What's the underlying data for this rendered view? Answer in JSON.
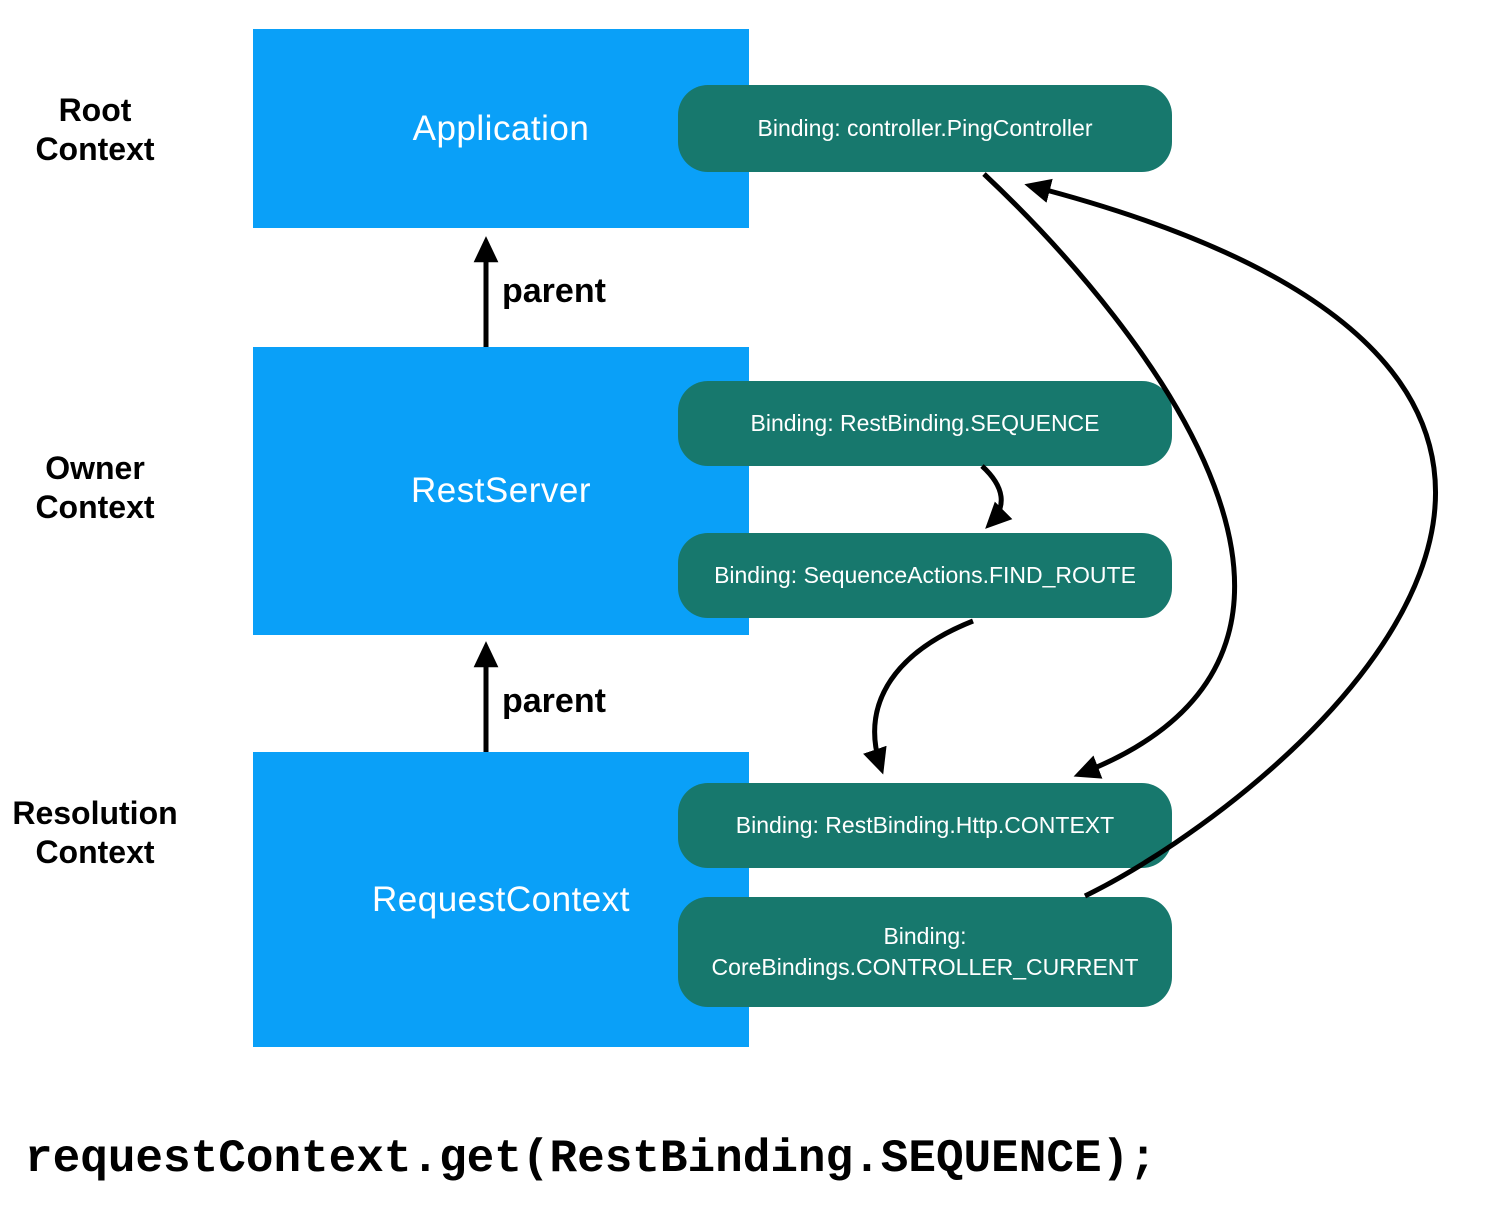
{
  "diagram": {
    "context_labels": [
      {
        "id": "root",
        "label": "Root\nContext"
      },
      {
        "id": "owner",
        "label": "Owner\nContext"
      },
      {
        "id": "resolution",
        "label": "Resolution\nContext"
      }
    ],
    "context_boxes": [
      {
        "id": "application",
        "label": "Application"
      },
      {
        "id": "restserver",
        "label": "RestServer"
      },
      {
        "id": "requestcontext",
        "label": "RequestContext"
      }
    ],
    "parent_edges": [
      {
        "label": "parent"
      },
      {
        "label": "parent"
      }
    ],
    "bindings": [
      {
        "id": "ping-controller",
        "label": "Binding: controller.PingController"
      },
      {
        "id": "rest-sequence",
        "label": "Binding: RestBinding.SEQUENCE"
      },
      {
        "id": "find-route",
        "label": "Binding: SequenceActions.FIND_ROUTE"
      },
      {
        "id": "http-context",
        "label": "Binding: RestBinding.Http.CONTEXT"
      },
      {
        "id": "controller-current",
        "label": "Binding:\nCoreBindings.CONTROLLER_CURRENT"
      }
    ],
    "colors": {
      "context_box": "#0aa0f8",
      "binding_box": "#17786d",
      "arrow": "#000000",
      "text_light": "#ffffff",
      "text_dark": "#000000"
    }
  },
  "code_line": "requestContext.get(RestBinding.SEQUENCE);"
}
